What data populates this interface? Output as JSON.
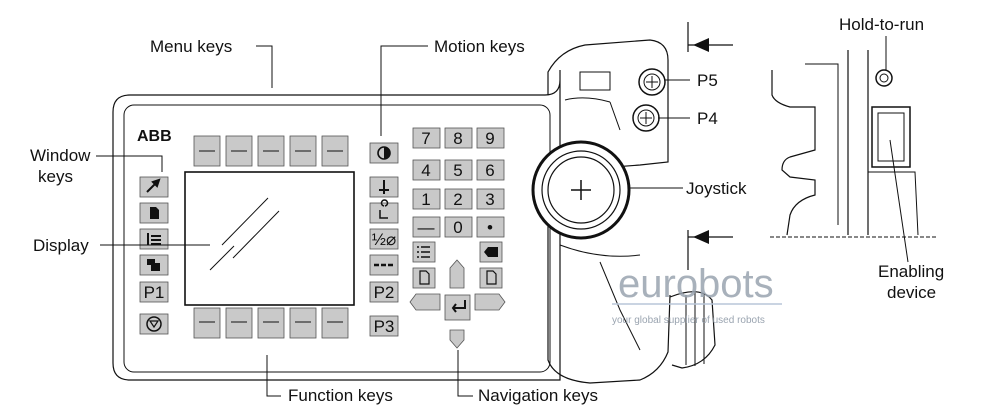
{
  "labels": {
    "menu_keys": "Menu keys",
    "motion_keys": "Motion keys",
    "window_keys_line1": "Window",
    "window_keys_line2": "keys",
    "display": "Display",
    "function_keys": "Function keys",
    "navigation_keys": "Navigation keys",
    "p5": "P5",
    "p4": "P4",
    "joystick": "Joystick",
    "hold_to_run": "Hold-to-run",
    "enabling_line1": "Enabling",
    "enabling_line2": "device"
  },
  "brand": "ABB",
  "keys": {
    "p1": "P1",
    "p2": "P2",
    "p3": "P3",
    "numpad": [
      "7",
      "8",
      "9",
      "4",
      "5",
      "6",
      "1",
      "2",
      "3",
      "—",
      "0",
      "•"
    ]
  },
  "watermark": {
    "title": "eurobots",
    "subtitle": "your global supplier of used robots"
  },
  "colors": {
    "key_fill": "#c9c9c9",
    "outline": "#111111",
    "watermark": "#9aa4b0"
  }
}
